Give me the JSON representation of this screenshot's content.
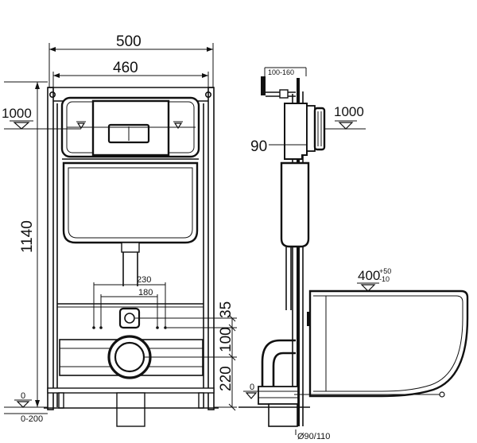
{
  "front_view": {
    "width_outer": "500",
    "width_inner": "460",
    "height_total": "1140",
    "level_1000": "1000",
    "level_0": "0",
    "floor_range": "0-200",
    "spacing_230": "230",
    "spacing_180": "180",
    "dim_35": "35",
    "dim_100": "100",
    "dim_220": "220"
  },
  "side_view": {
    "wall_range": "100-160",
    "dim_90": "90",
    "level_1000": "1000",
    "level_0": "0",
    "bowl_height": "400",
    "bowl_tol_plus": "+50",
    "bowl_tol_minus": "-10",
    "pipe_diameter": "Ø90/110"
  }
}
